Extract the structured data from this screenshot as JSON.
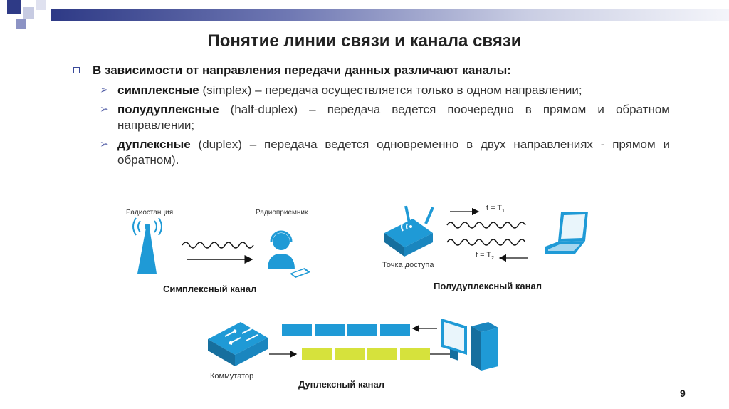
{
  "title": "Понятие линии связи и канала связи",
  "intro": "В зависимости от направления передачи данных различают каналы:",
  "items": [
    {
      "term": "симплексные",
      "rest": " (simplex) – передача осуществляется только в одном направлении;"
    },
    {
      "term": "полудуплексные",
      "rest": " (half-duplex) – передача ведется поочередно в прямом и обратном направлении;"
    },
    {
      "term": "дуплексные",
      "rest": " (duplex) – передача ведется одновременно в двух направлениях - прямом и обратном)."
    }
  ],
  "diagrams": {
    "simplex": {
      "tx_label": "Радиостанция",
      "rx_label": "Радиоприемник",
      "caption": "Симплексный канал"
    },
    "half_duplex": {
      "ap_label": "Точка доступа",
      "t1": "t = T",
      "t1_sub": "1",
      "t2": "t = T",
      "t2_sub": "2",
      "caption": "Полудуплексный канал"
    },
    "duplex": {
      "switch_label": "Коммутатор",
      "caption": "Дуплексный канал"
    }
  },
  "page_number": "9",
  "colors": {
    "accent_blue": "#1f9ad6",
    "frame_yellow": "#d6e23c",
    "header_dark": "#2e3a86"
  },
  "icons": [
    "radio-tower-icon",
    "headset-operator-icon",
    "wifi-router-icon",
    "laptop-icon",
    "network-switch-icon",
    "desktop-pc-icon"
  ]
}
